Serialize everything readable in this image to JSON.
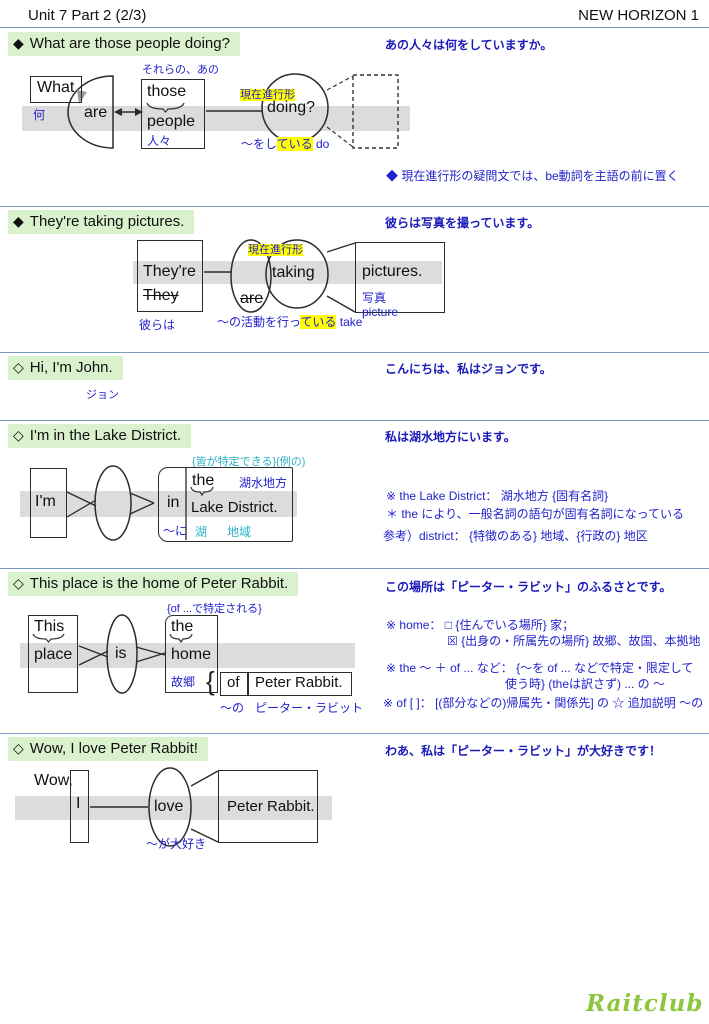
{
  "header": {
    "title": "Unit 7 Part 2 (2/3)",
    "book": "NEW HORIZON 1"
  },
  "colors": {
    "heading_bg": "#d9f1cc",
    "translation_blue": "#1a1ab8",
    "annotation_blue": "#2222cc",
    "annotation_cyan": "#2ab0c8",
    "highlight_yellow": "#ffff00",
    "logo_green": "#8dc63f"
  },
  "s1": {
    "bullet": "◆",
    "heading": "What are those people doing?",
    "jp": "あの人々は何をしていますか。",
    "what": "What",
    "what_jp": "何",
    "are": "are",
    "those_jp": "それらの、あの",
    "those": "those",
    "people": "people",
    "people_jp": "人々",
    "tag": "現在進行形",
    "doing": "doing?",
    "doing_jp_pre": "～をし",
    "doing_jp_hl": "ている",
    "doing_jp_post": " do",
    "note": "◆ 現在進行形の疑問文では、be動詞を主語の前に置く"
  },
  "s2": {
    "bullet": "◆",
    "heading": "They're taking pictures.",
    "jp": "彼らは写真を撮っています。",
    "theyre": "They're",
    "they": "They",
    "they_jp": "彼らは",
    "are": "are",
    "tag": "現在進行形",
    "taking": "taking",
    "taking_jp_pre": "～の活動を行っ",
    "taking_jp_hl": "ている",
    "taking_jp_post": " take",
    "pictures": "pictures.",
    "pictures_jp": "写真",
    "picture": "picture"
  },
  "s3": {
    "bullet": "◇",
    "heading": "Hi, I'm John.",
    "jp": "こんにちは、私はジョンです。",
    "john_jp": "ジョン"
  },
  "s4": {
    "bullet": "◇",
    "heading": "I'm in the Lake District.",
    "jp": "私は湖水地方にいます。",
    "annotation": "{皆が特定できる}(例の)",
    "im": "I'm",
    "in": "in",
    "in_jp": "～に",
    "the": "the",
    "lake_jp": "湖水地方",
    "lake": "Lake District.",
    "lake_word_jp": "湖",
    "district_word_jp": "地域",
    "note1": "※ the Lake District： 湖水地方 {固有名詞}",
    "note2": "＊ the により、一般名詞の語句が固有名詞になっている",
    "note3": "参考）district： {特徴のある} 地域、{行政の} 地区"
  },
  "s5": {
    "bullet": "◇",
    "heading": "This place is the home of Peter Rabbit.",
    "jp": "この場所は「ピーター・ラビット」のふるさとです。",
    "annotation": "{of ...で特定される}",
    "this": "This",
    "place": "place",
    "is": "is",
    "the": "the",
    "home": "home",
    "home_jp": "故郷",
    "brace": "{",
    "of": "of",
    "of_jp": "～の",
    "peter": "Peter Rabbit.",
    "peter_jp": "ピーター・ラビット",
    "note1": "※ home： □ {住んでいる場所} 家；",
    "note1b": "☒ {出身の・所属先の場所} 故郷、故国、本拠地",
    "note2": "※ the ～ ＋ of ... など： {～を of ... などで特定・限定して",
    "note2b": "使う時} (theは訳さず) ... の ～",
    "note3": "※ of [ ]： [(部分などの)帰属先・関係先] の ☆ 追加説明 ～の"
  },
  "s6": {
    "bullet": "◇",
    "heading": "Wow, I love Peter Rabbit!",
    "jp": "わあ、私は「ピーター・ラビット」が大好きです！",
    "wow": "Wow,",
    "i": "I",
    "love": "love",
    "love_jp": "～が大好き",
    "peter": "Peter Rabbit."
  },
  "logo": "Raitclub"
}
